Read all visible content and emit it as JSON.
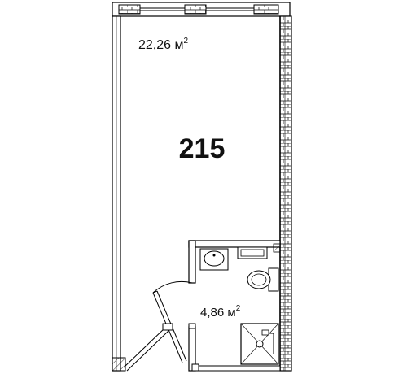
{
  "plan": {
    "room_number": "215",
    "main_area": "22,26 м",
    "bath_area": "4,86 м",
    "area_exponent": "2"
  },
  "colors": {
    "wall_stroke": "#000000",
    "hatch": "#333333",
    "window_fill": "#ffffff",
    "background": "#ffffff"
  }
}
